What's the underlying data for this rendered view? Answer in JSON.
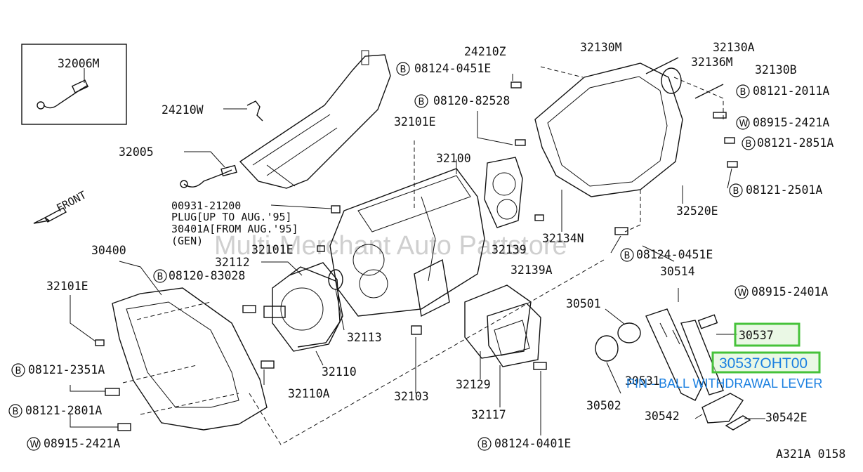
{
  "inset": {
    "part": "32006M"
  },
  "front_label": "FRONT",
  "watermark": "Multi-Merchant Auto Partstore",
  "figure_code": "A321A 0158",
  "highlight": {
    "part_a": "30537",
    "part_b": "30537OHT00",
    "description": "PIN - BALL WITHDRAWAL LEVER"
  },
  "plug_note": {
    "line1": "00931-21200",
    "line2": "PLUG[UP TO AUG.'95]",
    "line3": "30401A[FROM AUG.'95]",
    "line4": "(GEN)"
  },
  "labels": {
    "l24210W": "24210W",
    "l32005": "32005",
    "l24210Z": "24210Z",
    "l08124_0451E_a": "08124-0451E",
    "l08120_82528": "08120-82528",
    "l32101E_a": "32101E",
    "l32100": "32100",
    "l32130M": "32130M",
    "l32130A": "32130A",
    "l32136M": "32136M",
    "l32130B": "32130B",
    "l08121_2011A": "08121-2011A",
    "l08915_2421A_a": "08915-2421A",
    "l08121_2851A": "08121-2851A",
    "l08121_2501A": "08121-2501A",
    "l32520E": "32520E",
    "l32134N": "32134N",
    "l32139": "32139",
    "l32139A": "32139A",
    "l08124_0451E_b": "08124-0451E",
    "l30514": "30514",
    "l08915_2401A": "08915-2401A",
    "l32101E_b": "32101E",
    "l32112": "32112",
    "l30400": "30400",
    "l08120_83028": "08120-83028",
    "l32101E_c": "32101E",
    "l32113": "32113",
    "l32110": "32110",
    "l32110A": "32110A",
    "l32103": "32103",
    "l32129": "32129",
    "l32117": "32117",
    "l30501": "30501",
    "l30502": "30502",
    "l30531": "30531",
    "l30542": "30542",
    "l30542E": "30542E",
    "l08121_2351A": "08121-2351A",
    "l08121_2801A": "08121-2801A",
    "l08915_2421A_b": "08915-2421A",
    "l08124_0401E": "08124-0401E"
  },
  "markers": {
    "bolt": "B",
    "washer": "W"
  }
}
